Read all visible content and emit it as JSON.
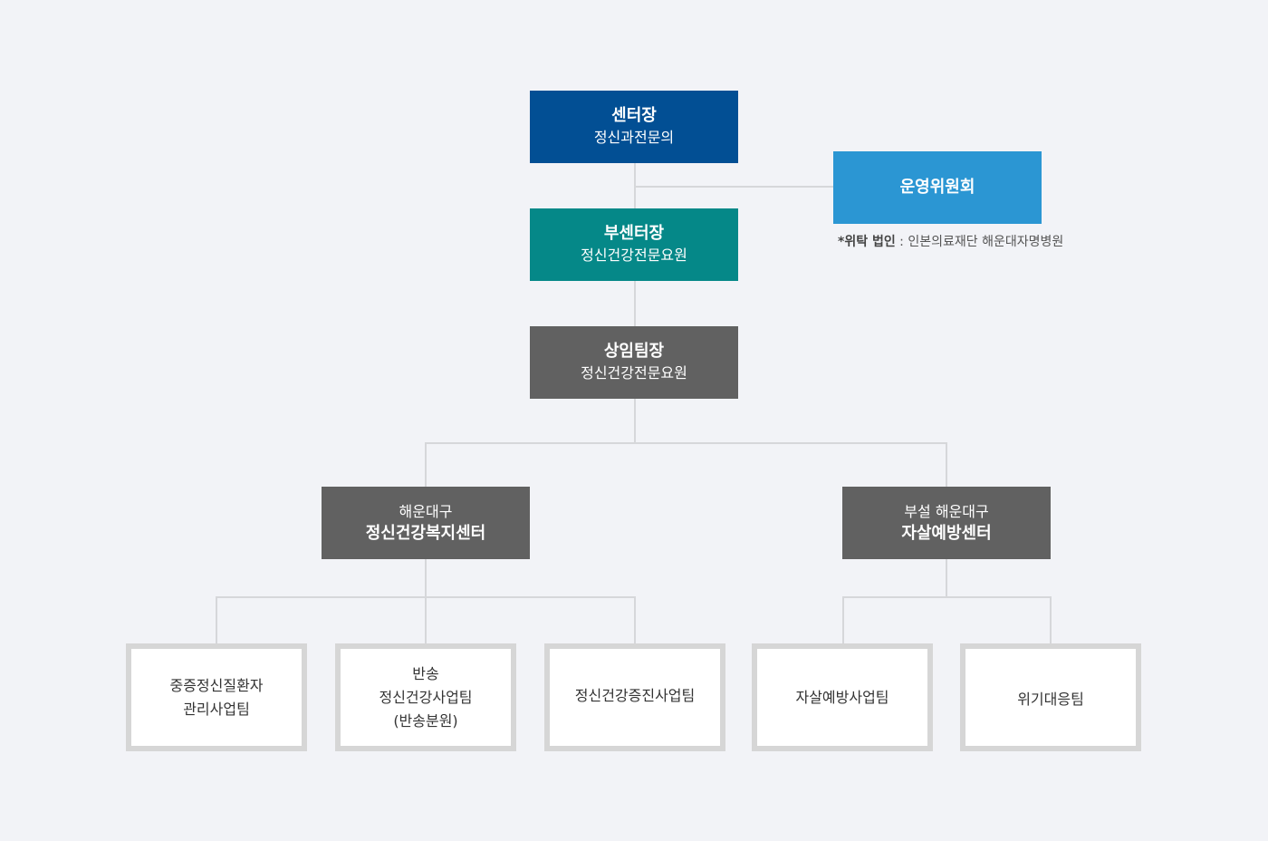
{
  "director": {
    "title": "센터장",
    "subtitle": "정신과전문의"
  },
  "committee": {
    "title": "운영위원회"
  },
  "entrusted_note": {
    "label": "*위탁 법인",
    "separator": " : ",
    "value": "인본의료재단 해운대자명병원"
  },
  "deputy": {
    "title": "부센터장",
    "subtitle": "정신건강전문요원"
  },
  "team_lead": {
    "title": "상임팀장",
    "subtitle": "정신건강전문요원"
  },
  "branch_mental": {
    "subtitle": "해운대구",
    "title": "정신건강복지센터"
  },
  "branch_suicide": {
    "subtitle": "부설 해운대구",
    "title": "자살예방센터"
  },
  "teams": [
    {
      "lines": [
        "중증정신질환자",
        "관리사업팀"
      ]
    },
    {
      "lines": [
        "반송",
        "정신건강사업팀",
        "(반송분원)"
      ]
    },
    {
      "lines": [
        "정신건강증진사업팀"
      ]
    },
    {
      "lines": [
        "자살예방사업팀"
      ]
    },
    {
      "lines": [
        "위기대응팀"
      ]
    }
  ]
}
